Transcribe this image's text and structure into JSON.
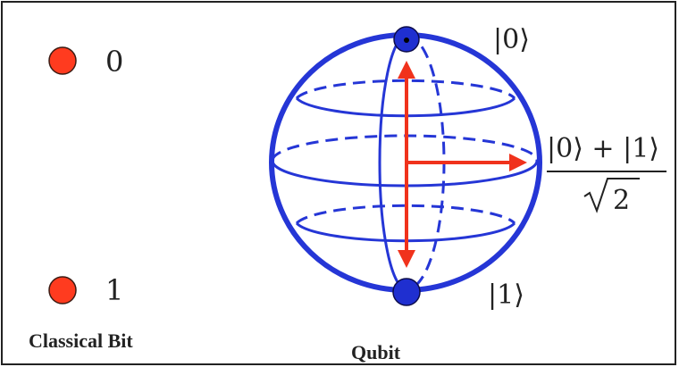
{
  "classical": {
    "title": "Classical Bit",
    "states": [
      {
        "label": "0"
      },
      {
        "label": "1"
      }
    ]
  },
  "qubit": {
    "title": "Qubit",
    "top_ket": "|0⟩",
    "bottom_ket": "|1⟩",
    "superposition": {
      "numerator": "|0⟩ + |1⟩",
      "denominator": "2"
    }
  },
  "colors": {
    "red_dot": "#ff3b1f",
    "sphere_blue": "#2536d6",
    "pole_blue": "#1f2fd0",
    "arrow_red": "#f0321c",
    "frame": "#222222"
  }
}
